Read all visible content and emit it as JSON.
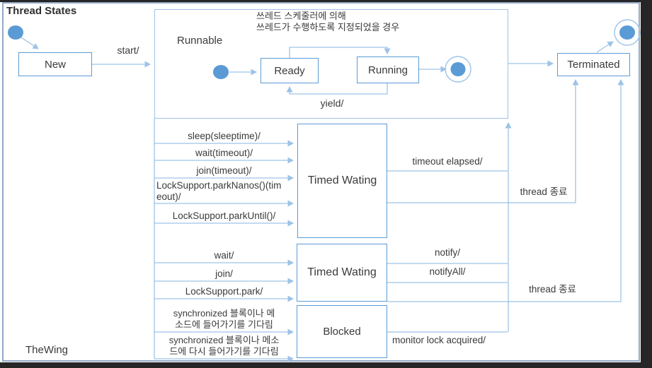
{
  "title": "Thread States",
  "footer": "TheWing",
  "colors": {
    "line": "#9dc3e6",
    "node": "#5b9bd5",
    "box_border": "#5b9bd5",
    "frame_border": "#94a9c7",
    "text": "#3a3a3a",
    "chrome": "#262626"
  },
  "states": {
    "new": "New",
    "runnable": "Runnable",
    "ready": "Ready",
    "running": "Running",
    "timed_waiting_upper": "Timed Wating",
    "timed_waiting_lower": "Timed Wating",
    "blocked": "Blocked",
    "terminated": "Terminated"
  },
  "labels": {
    "start": "start/",
    "scheduler_l1": "쓰레드 스케줄러에 의해",
    "scheduler_l2": "쓰레드가 수행하도록 지정되었을 경우",
    "yield": "yield/",
    "sleep": "sleep(sleeptime)/",
    "wait_timeout": "wait(timeout)/",
    "join_timeout": "join(timeout)/",
    "park_nanos_l1": "LockSupport.parkNanos()(tim",
    "park_nanos_l2": "eout)/",
    "park_until": "LockSupport.parkUntil()/",
    "timeout_elapsed": "timeout elapsed/",
    "thread_end_upper": "thread 종료",
    "wait": "wait/",
    "join": "join/",
    "park": "LockSupport.park/",
    "notify": "notify/",
    "notify_all": "notifyAll/",
    "thread_end_lower": "thread 종료",
    "sync_enter_l1": "synchronized 블록이나 메",
    "sync_enter_l2": "소드에 들어가기를 기다림",
    "sync_reenter_l1": "synchronized 블록이나 메소",
    "sync_reenter_l2": "드에 다시 들어가기를 기다림",
    "monitor_lock": "monitor lock acquired/"
  }
}
